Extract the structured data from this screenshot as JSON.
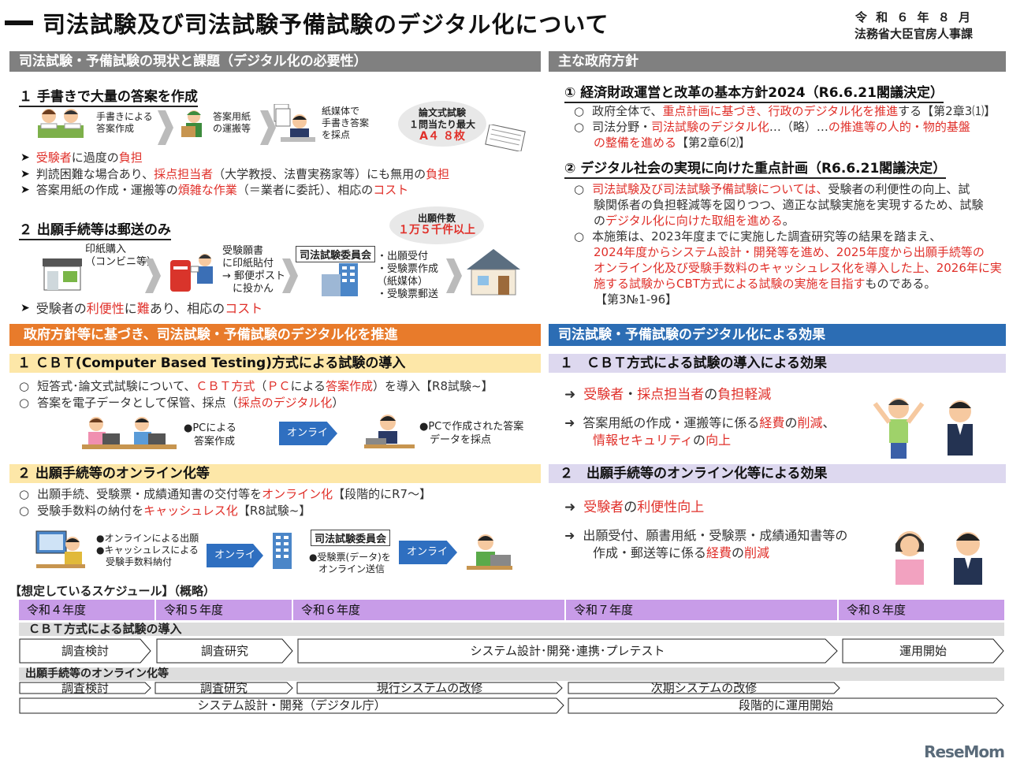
{
  "title": "司法試験及び司法試験予備試験のデジタル化について",
  "date": {
    "line1": "令 和 ６ 年 ８ 月",
    "line2": "法務省大臣官房人事課"
  },
  "left_top": {
    "header": "司法試験・予備試験の現状と課題（デジタル化の必要性）",
    "s1": {
      "title": "１ 手書きで大量の答案を作成",
      "fig": {
        "a": "手書きによる\n答案作成",
        "b": "答案用紙\nの運搬等",
        "c": "紙媒体で\n手書き答案\nを採点",
        "bubble1": "論文式試験\n１問当たり最大",
        "bubble2": "A４ ８枚"
      },
      "b1": {
        "p1": "受験者",
        "p2": "に過度の",
        "p3": "負担"
      },
      "b2": {
        "p1": "判読困難な場合あり、",
        "p2": "採点担当者",
        "p3": "（大学教授、法曹実務家等）にも無用の",
        "p4": "負担"
      },
      "b3": {
        "p1": "答案用紙の作成・運搬等の",
        "p2": "煩雑な作業",
        "p3": "（＝業者に委託）、相応の",
        "p4": "コスト"
      }
    },
    "s2": {
      "title": "２ 出願手続等は郵送のみ",
      "bubble1": "出願件数",
      "bubble2": "１万５千件以上",
      "fig": {
        "a": "印紙購入\n（コンビニ等）",
        "b": "受験願書\nに印紙貼付\n→ 郵便ポスト\n　に投かん",
        "box": "司法試験委員会",
        "c": "・出願受付\n・受験票作成\n（紙媒体）\n・受験票郵送"
      },
      "b1": {
        "p1": "受験者",
        "p2": "の",
        "p3": "利便性",
        "p4": "に",
        "p5": "難",
        "p6": "あり、相応の",
        "p7": "コスト"
      }
    }
  },
  "right_top": {
    "header": "主な政府方針",
    "s1": {
      "title": "① 経済財政運営と改革の基本方針2024（R6.6.21閣議決定）",
      "l1": {
        "p1": "政府全体で、",
        "p2": "重点計画に基づき、行政のデジタル化を推進",
        "p3": "する【第2章3⑴】"
      },
      "l2a": {
        "p1": "司法分野・",
        "p2": "司法試験のデジタル化",
        "p3": "…（略）…",
        "p4": "の推進等の人的・物的基盤"
      },
      "l2b": {
        "p1": "の整備を進める",
        "p2": "【第2章6⑵】"
      }
    },
    "s2": {
      "title": "② デジタル社会の実現に向けた重点計画（R6.6.21閣議決定）",
      "a1": {
        "p1": "司法試験及び司法試験予備試験については、",
        "p2": "受験者の利便性の向上、試"
      },
      "a2": "験関係者の負担軽減等を図りつつ、適正な試験実施を実現するため、試験",
      "a3": {
        "p1": "の",
        "p2": "デジタル化に向けた取組を進める",
        "p3": "。"
      },
      "b1": "本施策は、2023年度までに実施した調査研究等の結果を踏まえ、",
      "b2": "2024年度からシステム設計・開発等を進め、2025年度から出願手続等の",
      "b3": "オンライン化及び受験手数料のキャッシュレス化を導入した上、2026年に実",
      "b4": {
        "p1": "施する試験からCBT方式による試験の実施を目指す",
        "p2": "ものである。"
      },
      "b5": "【第3№1-96】"
    }
  },
  "left_mid": {
    "header": "政府方針等に基づき、司法試験・予備試験のデジタル化を推進",
    "s1": {
      "title": "１ ＣＢＴ(Computer Based Testing)方式による試験の導入",
      "l1": {
        "p1": "短答式･論文式試験について、",
        "p2": "ＣＢＴ方式",
        "p3": "（",
        "p4": "ＰＣ",
        "p5": "による",
        "p6": "答案作成",
        "p7": "）を導入【R8試験~】"
      },
      "l2": {
        "p1": "答案を電子データとして保管、採点（",
        "p2": "採点のデジタル化",
        "p3": "）"
      },
      "fig": {
        "a": "●PCによる\n　答案作成",
        "arrow": "オンライン",
        "b": "●PCで作成された答案\n　データを採点"
      }
    },
    "s2": {
      "title": "２ 出願手続等のオンライン化等",
      "l1": {
        "p1": "出願手続、受験票・成績通知書の交付等を",
        "p2": "オンライン化",
        "p3": "【段階的にR7～】"
      },
      "l2": {
        "p1": "受験手数料の納付を",
        "p2": "キャッシュレス化",
        "p3": "【R8試験~】"
      },
      "fig": {
        "a": "●オンラインによる出願\n●キャッシュレスによる\n　受験手数料納付",
        "arrow1": "オンライン",
        "box": "司法試験委員会",
        "b": "●受験票(データ)を\n　オンライン送信",
        "arrow2": "オンライン"
      }
    }
  },
  "right_mid": {
    "header": "司法試験・予備試験のデジタル化による効果",
    "s1": {
      "title": "１　ＣＢＴ方式による試験の導入による効果",
      "l1": {
        "p1": "受験者",
        "p2": "・",
        "p3": "採点担当者",
        "p4": "の",
        "p5": "負担軽減"
      },
      "l2": {
        "p1": "答案用紙の作成・運搬等に係る",
        "p2": "経費",
        "p3": "の",
        "p4": "削減",
        "p5": "、"
      },
      "l3": {
        "p1": "情報セキュリティ",
        "p2": "の",
        "p3": "向上"
      }
    },
    "s2": {
      "title": "２　出願手続等のオンライン化等による効果",
      "l1": {
        "p1": "受験者",
        "p2": "の",
        "p3": "利便性向上"
      },
      "l2": "出願受付、願書用紙・受験票・成績通知書等の",
      "l3": {
        "p1": "作成・郵送等に係る",
        "p2": "経費",
        "p3": "の",
        "p4": "削減"
      }
    }
  },
  "schedule": {
    "title": "【想定しているスケジュール】（概略）",
    "years": [
      "令和４年度",
      "令和５年度",
      "令和６年度",
      "令和７年度",
      "令和８年度"
    ],
    "cbt_label": "ＣＢＴ方式による試験の導入",
    "cbt": [
      "調査検討",
      "調査研究",
      "システム設計･開発･連携･プレテスト",
      "運用開始"
    ],
    "online_label": "出願手続等のオンライン化等",
    "online_row1": [
      "調査検討",
      "調査研究",
      "現行システムの改修",
      "次期システムの改修"
    ],
    "online_row2": [
      "システム設計・開発（デジタル庁）",
      "段階的に運用開始"
    ]
  },
  "logo": "ReseMom",
  "colors": {
    "red": "#e0302a",
    "orange": "#e87b2b",
    "blue": "#2c6db4",
    "gray": "#808080",
    "purple": "#c89ce8",
    "yellow": "#fde7a8",
    "lavender": "#ddd8ef",
    "online_blue": "#2f6fc0"
  }
}
